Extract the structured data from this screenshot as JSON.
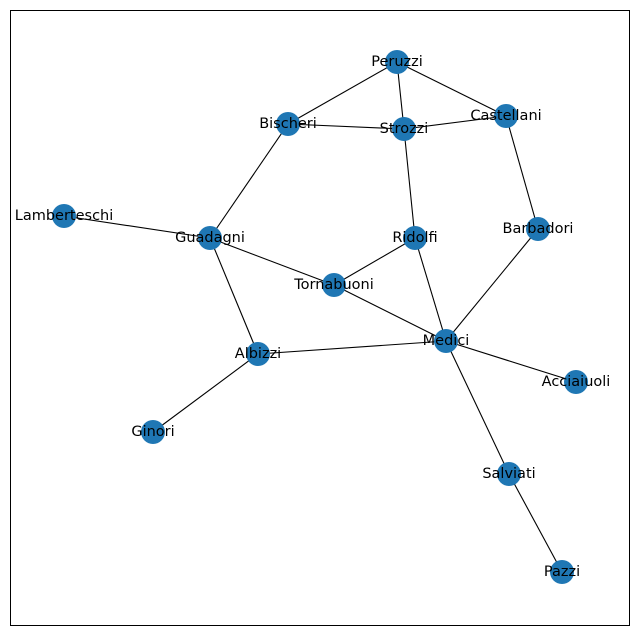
{
  "graph": {
    "node_color": "#1f77b4",
    "edge_color": "#000000",
    "nodes": [
      "Peruzzi",
      "Castellani",
      "Strozzi",
      "Bischeri",
      "Lamberteschi",
      "Guadagni",
      "Ridolfi",
      "Barbadori",
      "Tornabuoni",
      "Medici",
      "Albizzi",
      "Acciaiuoli",
      "Ginori",
      "Salviati",
      "Pazzi"
    ],
    "edges": [
      [
        "Peruzzi",
        "Strozzi"
      ],
      [
        "Peruzzi",
        "Castellani"
      ],
      [
        "Peruzzi",
        "Bischeri"
      ],
      [
        "Bischeri",
        "Strozzi"
      ],
      [
        "Strozzi",
        "Castellani"
      ],
      [
        "Strozzi",
        "Ridolfi"
      ],
      [
        "Castellani",
        "Barbadori"
      ],
      [
        "Bischeri",
        "Guadagni"
      ],
      [
        "Lamberteschi",
        "Guadagni"
      ],
      [
        "Guadagni",
        "Tornabuoni"
      ],
      [
        "Guadagni",
        "Albizzi"
      ],
      [
        "Ridolfi",
        "Tornabuoni"
      ],
      [
        "Ridolfi",
        "Medici"
      ],
      [
        "Tornabuoni",
        "Medici"
      ],
      [
        "Barbadori",
        "Medici"
      ],
      [
        "Medici",
        "Albizzi"
      ],
      [
        "Medici",
        "Acciaiuoli"
      ],
      [
        "Medici",
        "Salviati"
      ],
      [
        "Albizzi",
        "Ginori"
      ],
      [
        "Salviati",
        "Pazzi"
      ]
    ]
  }
}
